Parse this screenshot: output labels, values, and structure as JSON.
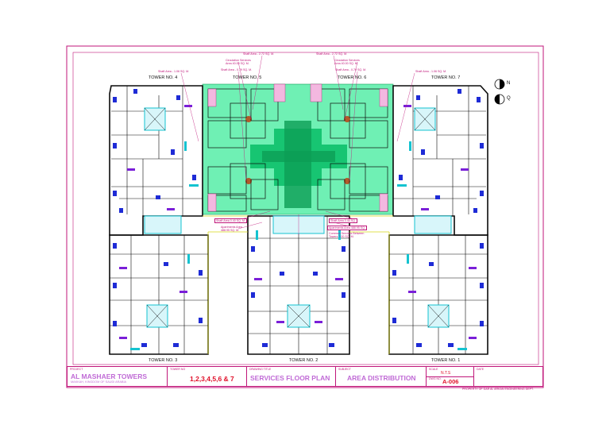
{
  "towers": {
    "t1": "TOWER NO. 1",
    "t2": "TOWER NO. 2",
    "t3": "TOWER NO. 3",
    "t4": "TOWER NO. 4",
    "t5": "TOWER NO. 5",
    "t6": "TOWER NO. 6",
    "t7": "TOWER NO. 7"
  },
  "callouts": {
    "shaft_top_left": "Shaft Area - 2.72 SQ. M.",
    "shaft_top_right": "Shaft Area - 2.72 SQ. M.",
    "circ_left_1": "Circulation Services",
    "circ_left_2": "Area 40.00 SQ. M.",
    "circ_right_1": "Circulation Services",
    "circ_right_2": "Area 40.00 SQ. M.",
    "shaft_mid_left": "Shaft Area - 0.79 SQ. M.",
    "shaft_mid_right": "Shaft Area - 0.79 SQ. M.",
    "shaft_far_left": "Shaft Area - 1.06 SQ. M.",
    "shaft_far_right": "Shaft Area - 1.06 SQ. M.",
    "shaft_low_left": "Shaft Area 0.40 SQ. M.",
    "shaft_low_right": "Shaft Area 0.40 SQ.",
    "apt_left_1": "Apartments Area",
    "apt_left_2": "488.95 SQ. M.",
    "apt_right": "Apartments Area 488.95 SQ.",
    "common_1": "Common Services Between",
    "common_2": "Towers 7.00 SQ. M."
  },
  "north": {
    "n": "N",
    "q": "Q"
  },
  "title_block": {
    "project_cap": "PROJECT",
    "project": "AL MASHAER TOWERS",
    "location": "MAKKAH, KINGDOM OF SAUDI ARABIA",
    "tower_cap": "TOWER NO",
    "tower_no": "1,2,3,4,5,6 & 7",
    "drawing_cap": "DRAWING TITLE",
    "drawing": "SERVICES FLOOR PLAN",
    "subject_cap": "SUBJECT",
    "subject": "AREA DISTRIBUTION",
    "scale_cap": "SCALE",
    "scale": "N.T.S",
    "dwg_cap": "DWG NO.",
    "dwg_no": "A-006",
    "date_cap": "DATE"
  },
  "property_note": "PROPERTY OF DAR AL ARKAN ENGINEERING DEPT.",
  "colors": {
    "frame": "#c0167a",
    "wall": "#0b0b0b",
    "cyan": "#14c3d0",
    "blue": "#1e2bd6",
    "purple": "#7a1fd8",
    "green_light": "#6ff0b4",
    "green_mid": "#17c572",
    "green_dark": "#0c9e55",
    "yellow": "#d9d91a"
  }
}
